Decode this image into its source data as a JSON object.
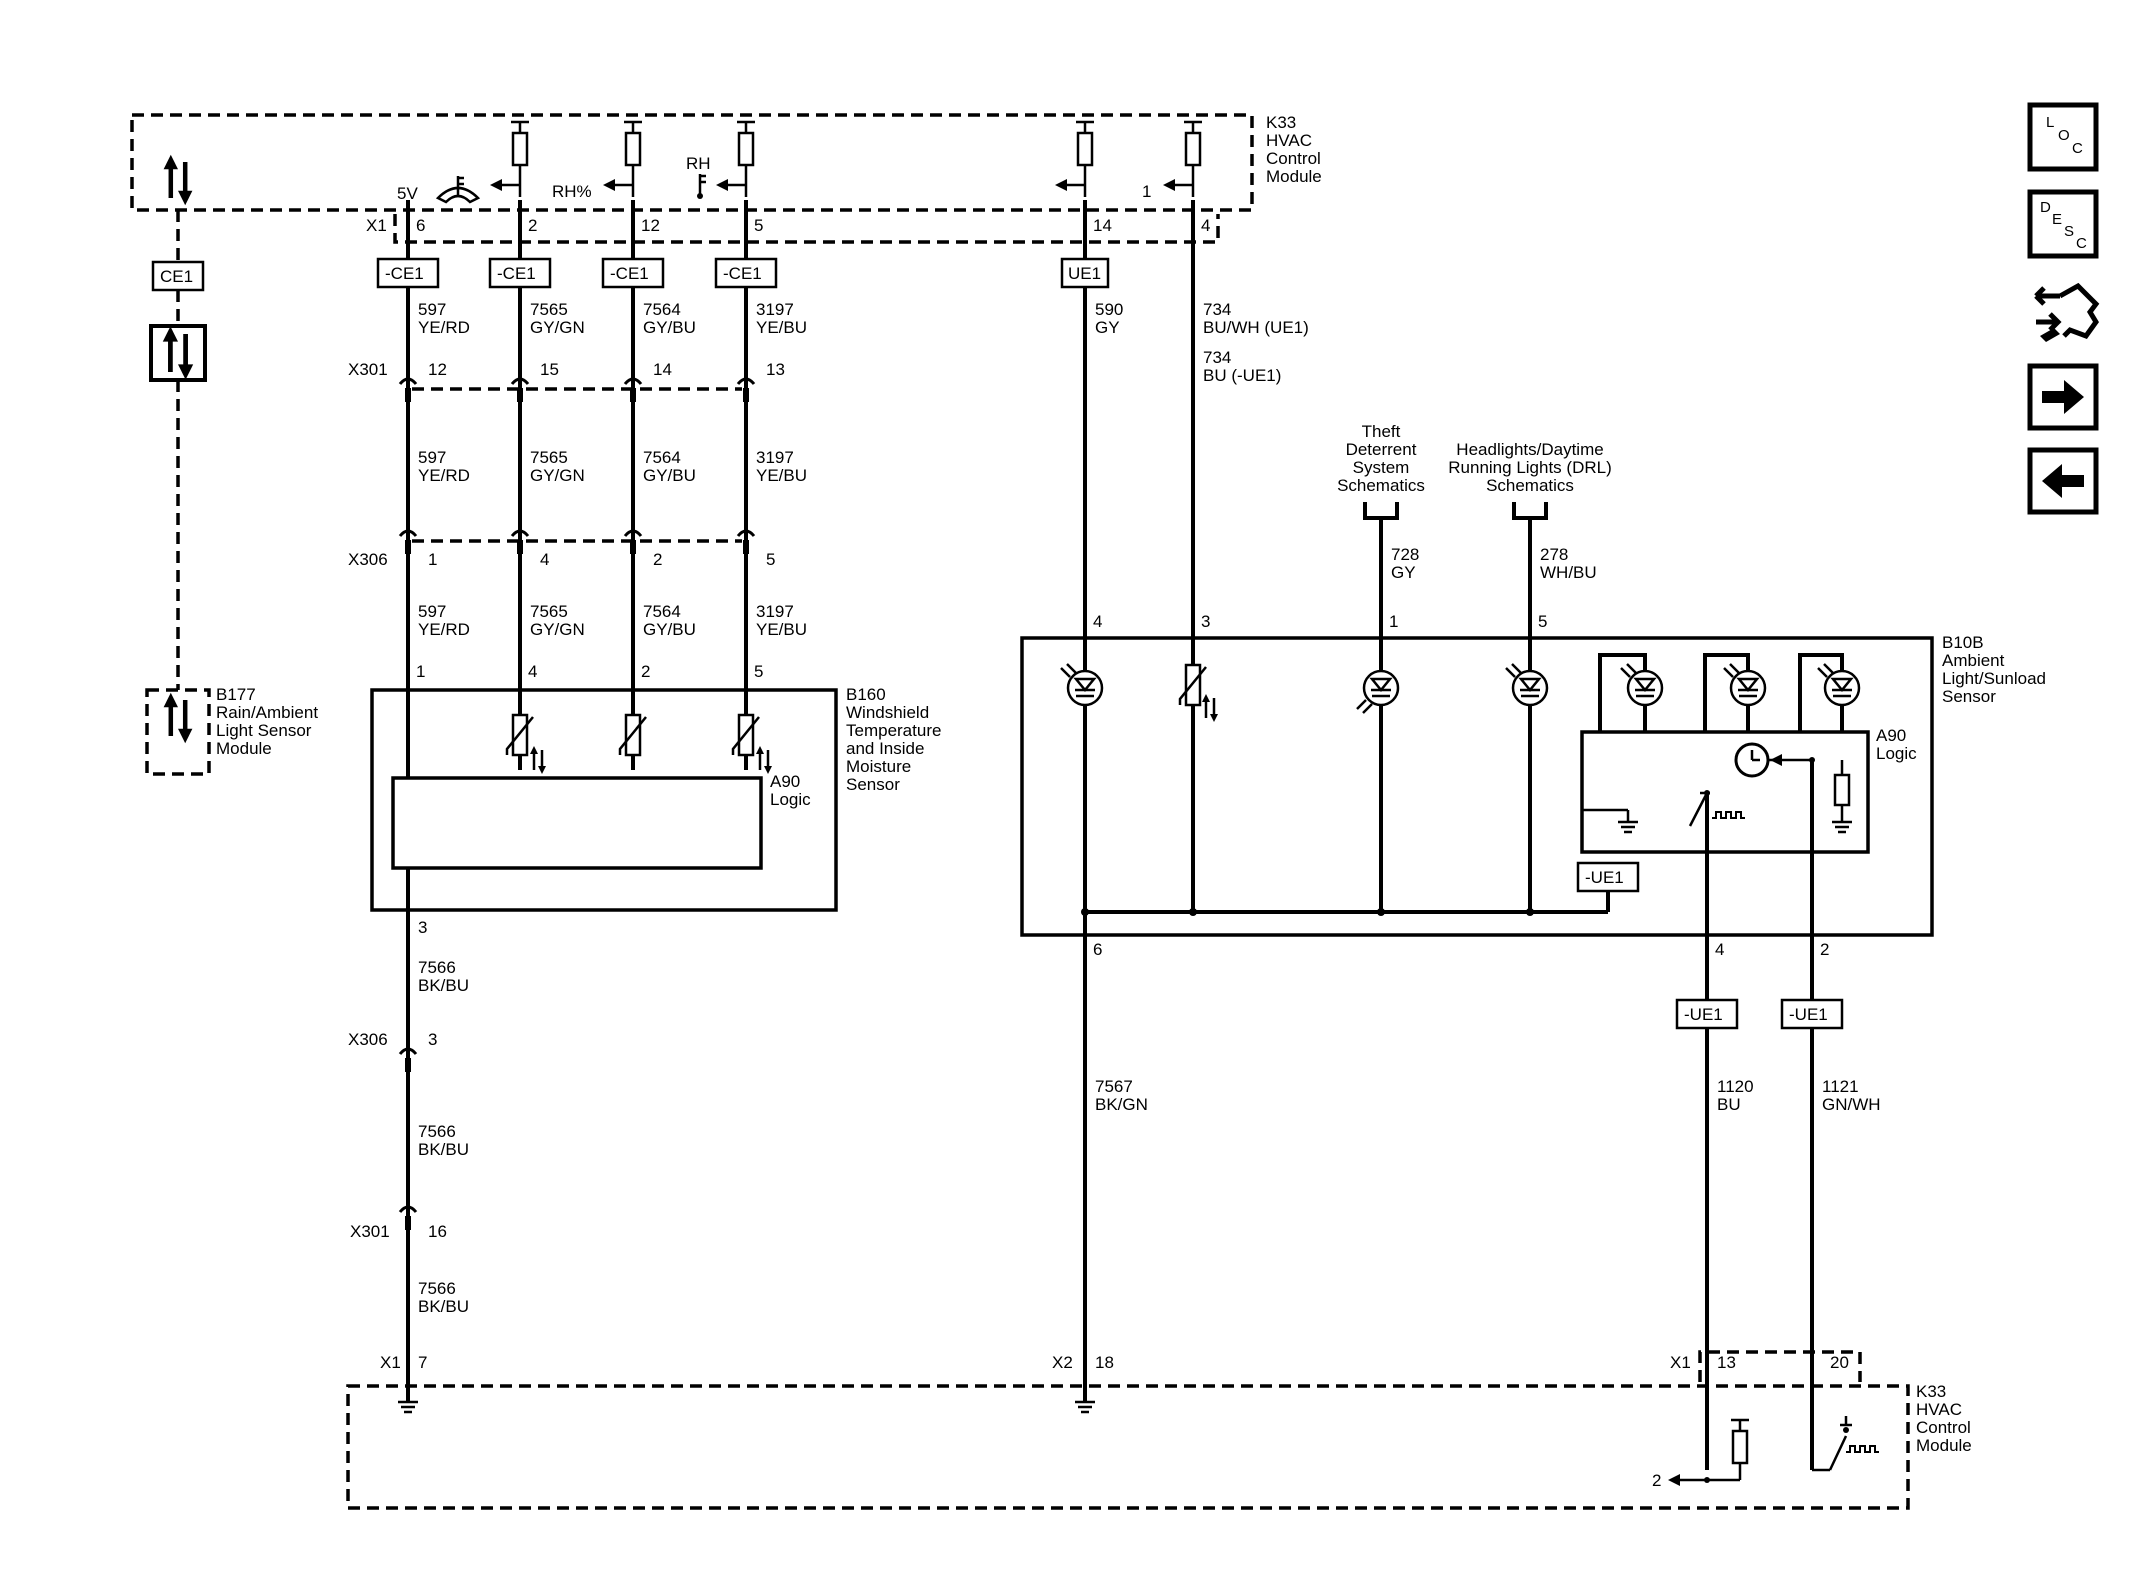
{
  "modules": {
    "k33_top": [
      "K33",
      "HVAC",
      "Control",
      "Module"
    ],
    "k33_bottom": [
      "K33",
      "HVAC",
      "Control",
      "Module"
    ],
    "b177": [
      "B177",
      "Rain/Ambient",
      "Light Sensor",
      "Module"
    ],
    "b160": [
      "B160",
      "Windshield",
      "Temperature",
      "and Inside",
      "Moisture",
      "Sensor"
    ],
    "b160_logic": [
      "A90",
      "Logic"
    ],
    "b10b": [
      "B10B",
      "Ambient",
      "Light/Sunload",
      "Sensor"
    ],
    "b10b_logic": [
      "A90",
      "Logic"
    ]
  },
  "references": {
    "theft": [
      "Theft",
      "Deterrent",
      "System",
      "Schematics"
    ],
    "headlights": [
      "Headlights/Daytime",
      "Running Lights (DRL)",
      "Schematics"
    ]
  },
  "internal_labels": {
    "five_v": "5V",
    "rh_pct": "RH%",
    "rh": "RH",
    "one": "1",
    "two": "2"
  },
  "connectors": {
    "x1": "X1",
    "x2": "X2",
    "x301": "X301",
    "x306": "X306"
  },
  "pins": {
    "k33_top": [
      "6",
      "2",
      "12",
      "5",
      "14",
      "4"
    ],
    "x301_top": [
      "12",
      "15",
      "14",
      "13"
    ],
    "x306_top": [
      "1",
      "4",
      "2",
      "5"
    ],
    "b160_in": [
      "1",
      "4",
      "2",
      "5"
    ],
    "b160_out": "3",
    "x306_bottom": "3",
    "x301_bottom": "16",
    "k33_ground": "7",
    "b10b_top": [
      "4",
      "3",
      "1",
      "5"
    ],
    "b10b_bottom": [
      "6",
      "4",
      "2"
    ],
    "x2_ground": "18",
    "k33_bottom": [
      "13",
      "20"
    ]
  },
  "option_tags": {
    "ce1": "CE1",
    "neg_ce1": "-CE1",
    "ue1": "UE1",
    "neg_ue1": "-UE1"
  },
  "wires": {
    "w597": [
      "597",
      "YE/RD"
    ],
    "w7565": [
      "7565",
      "GY/GN"
    ],
    "w7564": [
      "7564",
      "GY/BU"
    ],
    "w3197": [
      "3197",
      "YE/BU"
    ],
    "w590": [
      "590",
      "GY"
    ],
    "w734a": [
      "734",
      "BU/WH (UE1)"
    ],
    "w734b": [
      "734",
      "BU  (-UE1)"
    ],
    "w728": [
      "728",
      "GY"
    ],
    "w278": [
      "278",
      "WH/BU"
    ],
    "w7566": [
      "7566",
      "BK/BU"
    ],
    "w7567": [
      "7567",
      "BK/GN"
    ],
    "w1120": [
      "1120",
      "BU"
    ],
    "w1121": [
      "1121",
      "GN/WH"
    ]
  },
  "nav_buttons": {
    "loc": [
      "L",
      "O",
      "C"
    ],
    "desc": [
      "D",
      "E",
      "S",
      "C"
    ]
  },
  "icons": [
    "location-button",
    "description-button",
    "connector-repair-icon",
    "next-page-arrow-icon",
    "previous-page-arrow-icon",
    "bidirectional-serial-data-icon",
    "ground-icon",
    "thermistor-icon",
    "photodiode-icon",
    "clock-icon",
    "switch-icon"
  ]
}
